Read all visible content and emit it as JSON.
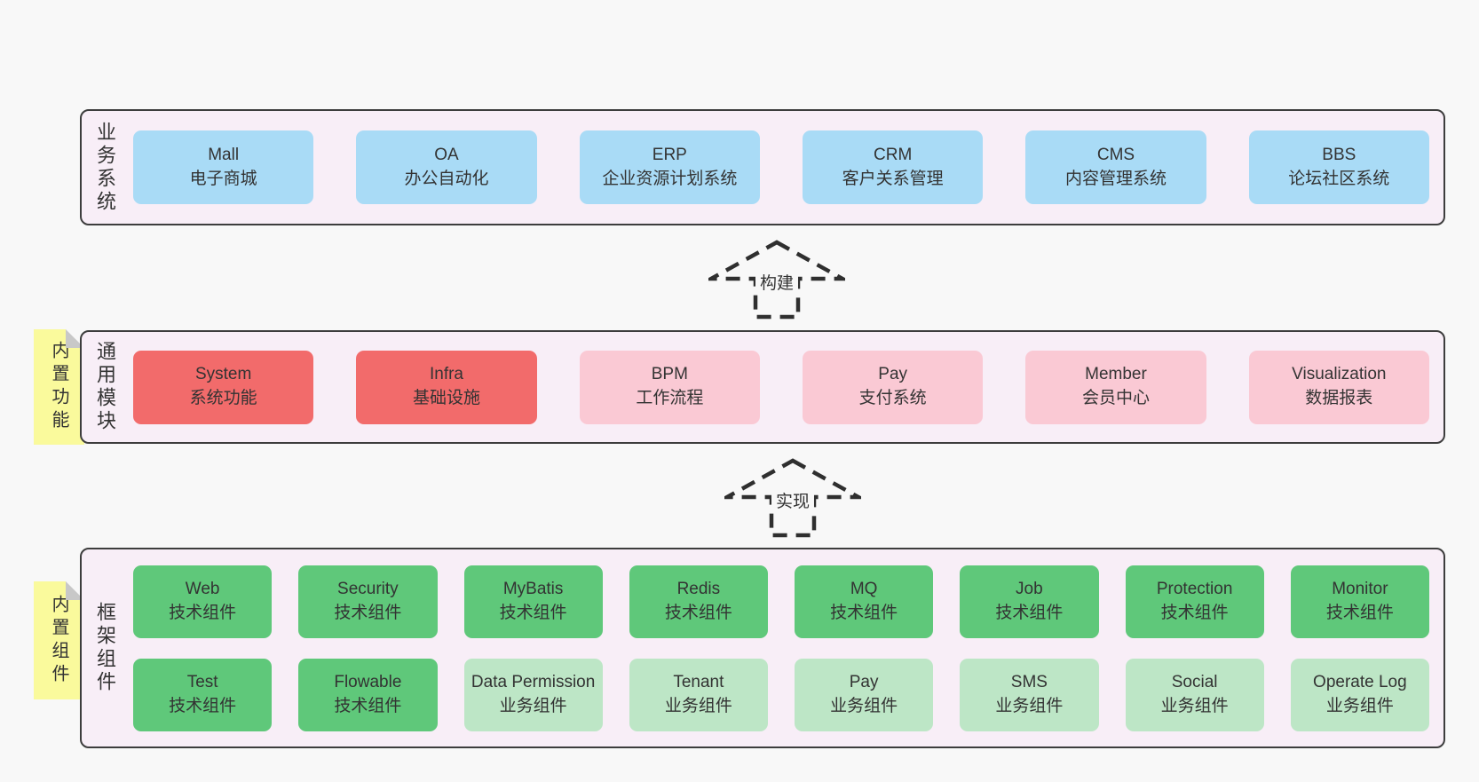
{
  "diagram_title": "architecture-layers-diagram",
  "colors": {
    "page_background": "#f8f8f8",
    "container_fill": "#f8eef7",
    "container_border": "#3d3d3d",
    "business_box": "#a9dbf6",
    "module_core_box": "#f26b6b",
    "module_box": "#fac9d4",
    "tech_component_box": "#5fc87a",
    "biz_component_box": "#bde6c6",
    "sticky_note": "#fafa9c",
    "note_fold": "#c8c8c8",
    "text": "#333333"
  },
  "arrows": [
    {
      "label": "构建"
    },
    {
      "label": "实现"
    }
  ],
  "layers": [
    {
      "label": "业务系统",
      "boxes": [
        {
          "title": "Mall",
          "subtitle": "电子商城"
        },
        {
          "title": "OA",
          "subtitle": "办公自动化"
        },
        {
          "title": "ERP",
          "subtitle": "企业资源计划系统"
        },
        {
          "title": "CRM",
          "subtitle": "客户关系管理"
        },
        {
          "title": "CMS",
          "subtitle": "内容管理系统"
        },
        {
          "title": "BBS",
          "subtitle": "论坛社区系统"
        }
      ]
    },
    {
      "label": "通用模块",
      "note": "内置功能",
      "boxes": [
        {
          "title": "System",
          "subtitle": "系统功能"
        },
        {
          "title": "Infra",
          "subtitle": "基础设施"
        },
        {
          "title": "BPM",
          "subtitle": "工作流程"
        },
        {
          "title": "Pay",
          "subtitle": "支付系统"
        },
        {
          "title": "Member",
          "subtitle": "会员中心"
        },
        {
          "title": "Visualization",
          "subtitle": "数据报表"
        }
      ]
    },
    {
      "label": "框架组件",
      "note": "内置组件",
      "rows": [
        [
          {
            "title": "Web",
            "subtitle": "技术组件"
          },
          {
            "title": "Security",
            "subtitle": "技术组件"
          },
          {
            "title": "MyBatis",
            "subtitle": "技术组件"
          },
          {
            "title": "Redis",
            "subtitle": "技术组件"
          },
          {
            "title": "MQ",
            "subtitle": "技术组件"
          },
          {
            "title": "Job",
            "subtitle": "技术组件"
          },
          {
            "title": "Protection",
            "subtitle": "技术组件"
          },
          {
            "title": "Monitor",
            "subtitle": "技术组件"
          }
        ],
        [
          {
            "title": "Test",
            "subtitle": "技术组件"
          },
          {
            "title": "Flowable",
            "subtitle": "技术组件"
          },
          {
            "title": "Data Permission",
            "subtitle": "业务组件"
          },
          {
            "title": "Tenant",
            "subtitle": "业务组件"
          },
          {
            "title": "Pay",
            "subtitle": "业务组件"
          },
          {
            "title": "SMS",
            "subtitle": "业务组件"
          },
          {
            "title": "Social",
            "subtitle": "业务组件"
          },
          {
            "title": "Operate Log",
            "subtitle": "业务组件"
          }
        ]
      ]
    }
  ]
}
